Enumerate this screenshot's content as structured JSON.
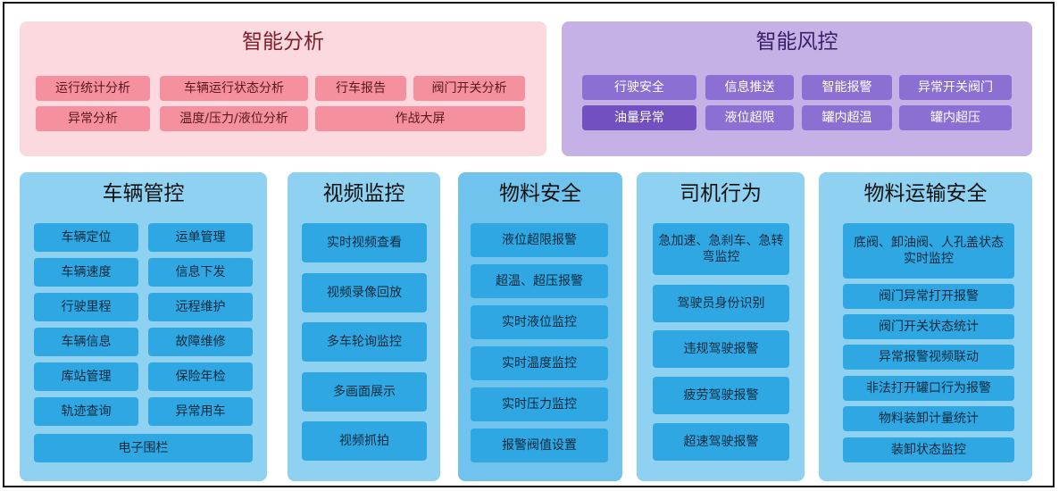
{
  "analysis": {
    "title": "智能分析",
    "items": [
      "运行统计分析",
      "车辆运行状态分析",
      "行车报告",
      "阀门开关分析",
      "异常分析",
      "温度/压力/液位分析",
      "作战大屏"
    ]
  },
  "risk": {
    "title": "智能风控",
    "items": [
      "行驶安全",
      "信息推送",
      "智能报警",
      "异常开关阀门",
      "油量异常",
      "液位超限",
      "罐内超温",
      "罐内超压"
    ]
  },
  "vehicle": {
    "title": "车辆管控",
    "items": [
      "车辆定位",
      "运单管理",
      "车辆速度",
      "信息下发",
      "行驶里程",
      "远程维护",
      "车辆信息",
      "故障维修",
      "库站管理",
      "保险年检",
      "轨迹查询",
      "异常用车",
      "电子围栏"
    ]
  },
  "video": {
    "title": "视频监控",
    "items": [
      "实时视频查看",
      "视频录像回放",
      "多车轮询监控",
      "多画面展示",
      "视频抓拍"
    ]
  },
  "material": {
    "title": "物料安全",
    "items": [
      "液位超限报警",
      "超温、超压报警",
      "实时液位监控",
      "实时温度监控",
      "实时压力监控",
      "报警阀值设置"
    ]
  },
  "driver": {
    "title": "司机行为",
    "items": [
      "急加速、急刹车、急转弯监控",
      "驾驶员身份识别",
      "违规驾驶报警",
      "疲劳驾驶报警",
      "超速驾驶报警"
    ]
  },
  "transport": {
    "title": "物料运输安全",
    "items": [
      "底阀、卸油阀、人孔盖状态实时监控",
      "阀门异常打开报警",
      "阀门开关状态统计",
      "异常报警视频联动",
      "非法打开罐口行为报警",
      "物料装卸计量统计",
      "装卸状态监控"
    ]
  }
}
